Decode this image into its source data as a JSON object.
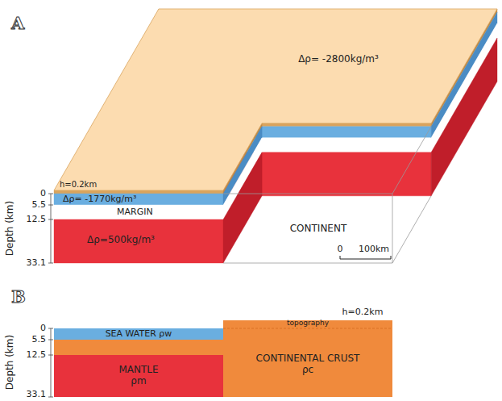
{
  "diagram": {
    "nodes": [
      {
        "text": [
          "SEA WATER ρw"
        ]
      },
      {
        "text": [
          "CONTINENTAL CRUST",
          "ρc"
        ]
      },
      {
        "text": [
          "MANTLE",
          "ρm"
        ]
      }
    ],
    "labels": [
      "A",
      "Δρ= -2800kg/m³",
      "h=0.2km",
      "Δρ= -1770kg/m³",
      "MARGIN",
      "Δρ=500kg/m³",
      "CONTINENT",
      "0",
      "100km",
      "Depth (km)",
      "0",
      "5.5",
      "12.5",
      "33.1",
      "B",
      "h=0.2km",
      "topography",
      "Depth (km)",
      "0",
      "5.5",
      "12.5",
      "33.1"
    ]
  }
}
